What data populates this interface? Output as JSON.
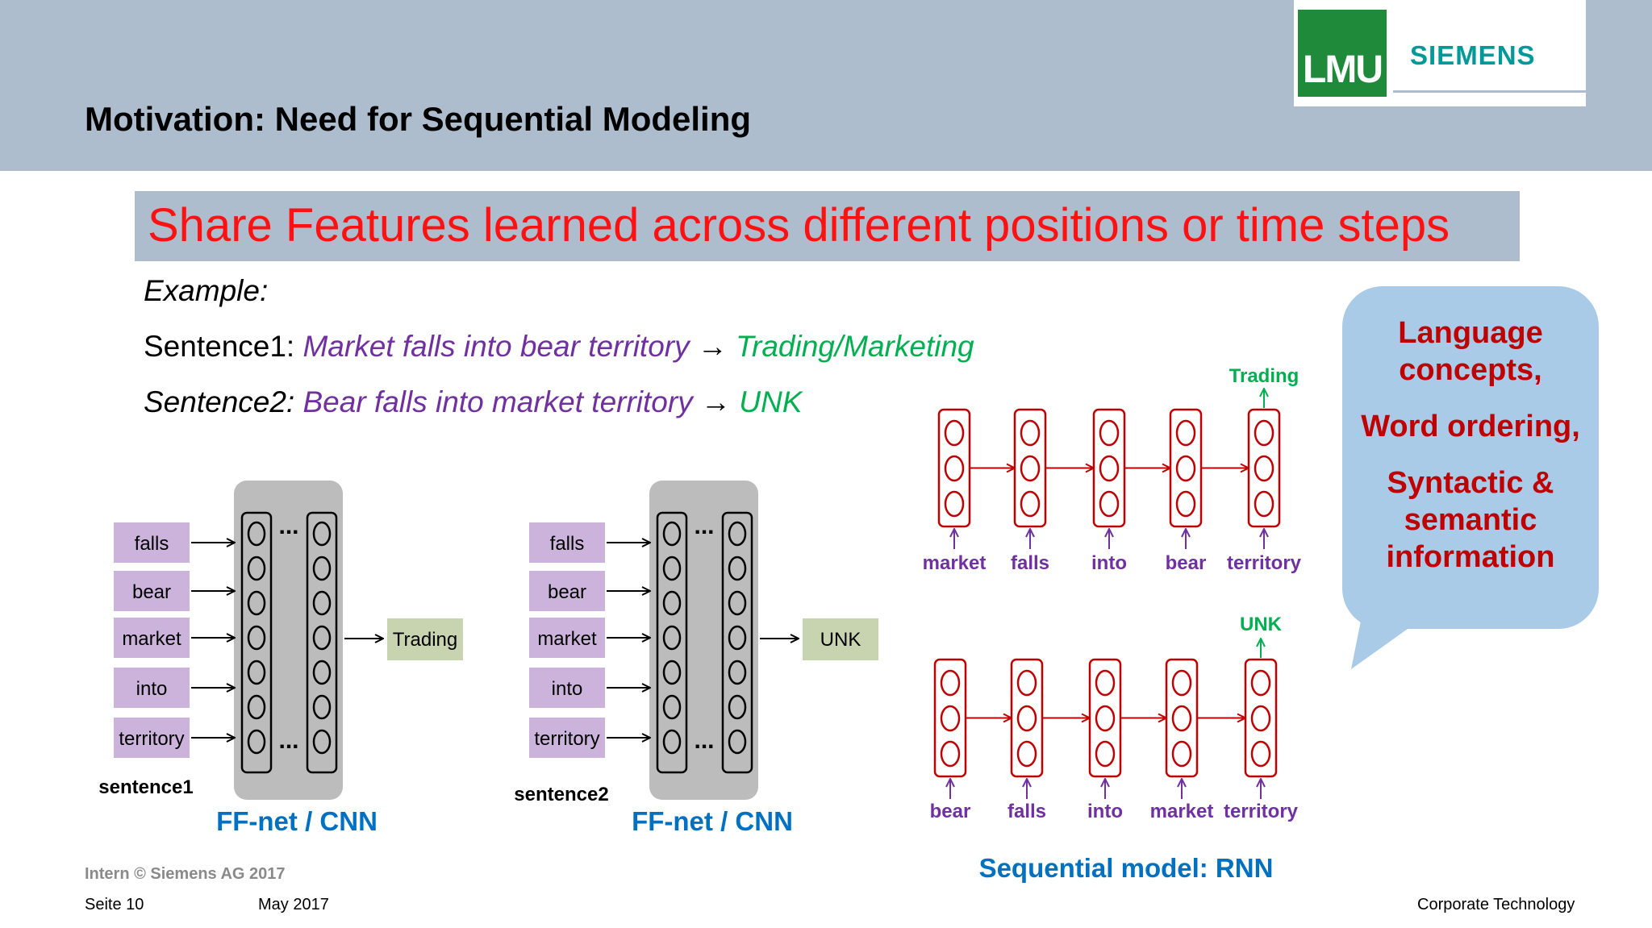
{
  "header": {
    "title": "Motivation: Need for Sequential Modeling",
    "lmu_logo": "LMU",
    "siemens_logo": "SIEMENS"
  },
  "highlight": "Share Features learned across different positions or time steps",
  "example": {
    "label": "Example:",
    "sentence1_prefix": "Sentence1: ",
    "sentence1_text": "Market falls into bear territory",
    "sentence1_arrow": " → ",
    "sentence1_label": "Trading/Marketing",
    "sentence2_prefix": "Sentence2: ",
    "sentence2_text": "Bear falls into market territory",
    "sentence2_arrow": " → ",
    "sentence2_label": "UNK"
  },
  "ffnet_left": {
    "words": [
      "falls",
      "bear",
      "market",
      "into",
      "territory"
    ],
    "sentence_label": "sentence1",
    "output": "Trading",
    "caption": "FF-net / CNN"
  },
  "ffnet_right": {
    "words": [
      "falls",
      "bear",
      "market",
      "into",
      "territory"
    ],
    "sentence_label": "sentence2",
    "output": "UNK",
    "caption": "FF-net / CNN"
  },
  "rnn_top": {
    "words": [
      "market",
      "falls",
      "into",
      "bear",
      "territory"
    ],
    "output": "Trading"
  },
  "rnn_bottom": {
    "words": [
      "bear",
      "falls",
      "into",
      "market",
      "territory"
    ],
    "output": "UNK"
  },
  "rnn_caption": "Sequential model: RNN",
  "bubble": {
    "line1": "Language concepts,",
    "line2": "Word ordering,",
    "line3": "Syntactic & semantic information"
  },
  "footer": {
    "intern": "Intern © Siemens AG 2017",
    "page": "Seite 10",
    "date": "May 2017",
    "corp": "Corporate Technology"
  },
  "colors": {
    "header_band": "#adbdcd",
    "highlight_text": "#ff1111",
    "purple": "#7030a0",
    "green": "#00b050",
    "rnn_red": "#c00000",
    "caption_blue": "#0070c0",
    "word_box": "#ccb3dc",
    "output_box": "#c8d3b0",
    "ffnet_gray": "#bcbcbc"
  }
}
